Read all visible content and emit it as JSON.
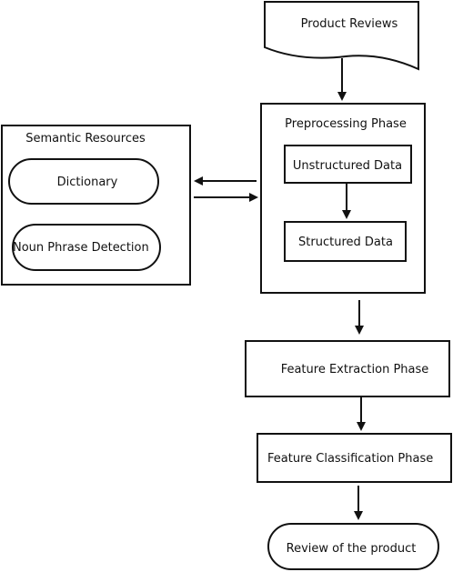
{
  "diagram": {
    "product_reviews": "Product Reviews",
    "preprocessing_phase": "Preprocessing Phase",
    "unstructured_data": "Unstructured Data",
    "structured_data": "Structured Data",
    "semantic_resources": "Semantic Resources",
    "dictionary": "Dictionary",
    "noun_phrase_detection": "Noun Phrase Detection",
    "feature_extraction": "Feature Extraction Phase",
    "feature_classification": "Feature Classification Phase",
    "review_of_product": "Review of the product"
  }
}
